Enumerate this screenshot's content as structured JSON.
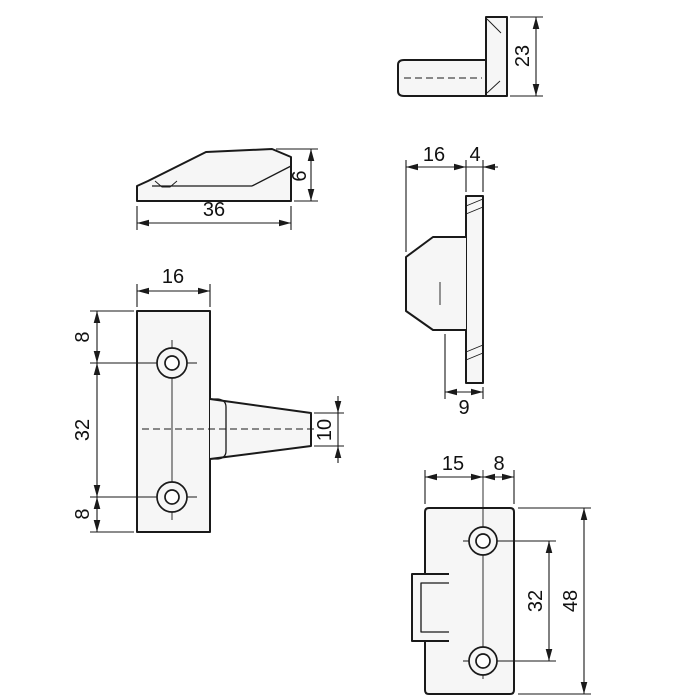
{
  "drawing": {
    "kind": "technical-dimension-drawing",
    "line_color": "#1a1a1a",
    "part_fill": "#f6f6f6",
    "background": "#ffffff",
    "views": {
      "clip_side": {
        "dim_length": "36",
        "dim_height": "6"
      },
      "bracket_top": {
        "dim_height": "23"
      },
      "bracket_side": {
        "dim_depth": "16",
        "dim_thickness": "4",
        "dim_offset": "9"
      },
      "clip_front": {
        "dim_width": "16",
        "dim_margin_top": "8",
        "dim_hole_spacing": "32",
        "dim_margin_bottom": "8",
        "dim_tongue": "10"
      },
      "bracket_front": {
        "dim_left": "15",
        "dim_right": "8",
        "dim_hole_spacing": "32",
        "dim_height": "48"
      }
    }
  }
}
